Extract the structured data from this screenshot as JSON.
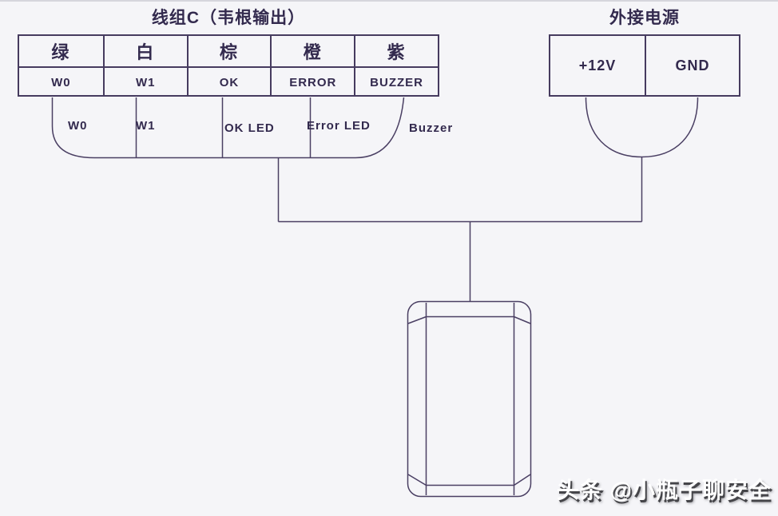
{
  "colors": {
    "background": "#f5f5f8",
    "line": "#4a3f63",
    "text": "#332a4e",
    "watermark_fill": "#ffffff",
    "watermark_shadow": "#454549"
  },
  "wiegand_group": {
    "title": "线组C（韦根输出）",
    "columns": [
      {
        "wire_color": "绿",
        "signal": "W0"
      },
      {
        "wire_color": "白",
        "signal": "W1"
      },
      {
        "wire_color": "棕",
        "signal": "OK"
      },
      {
        "wire_color": "橙",
        "signal": "ERROR"
      },
      {
        "wire_color": "紫",
        "signal": "BUZZER"
      }
    ],
    "wire_labels": [
      "W0",
      "W1",
      "OK LED",
      "Error LED",
      "Buzzer"
    ]
  },
  "external_power": {
    "title": "外接电源",
    "terminals": [
      "+12V",
      "GND"
    ]
  },
  "watermark": "头条 @小瓶子聊安全"
}
